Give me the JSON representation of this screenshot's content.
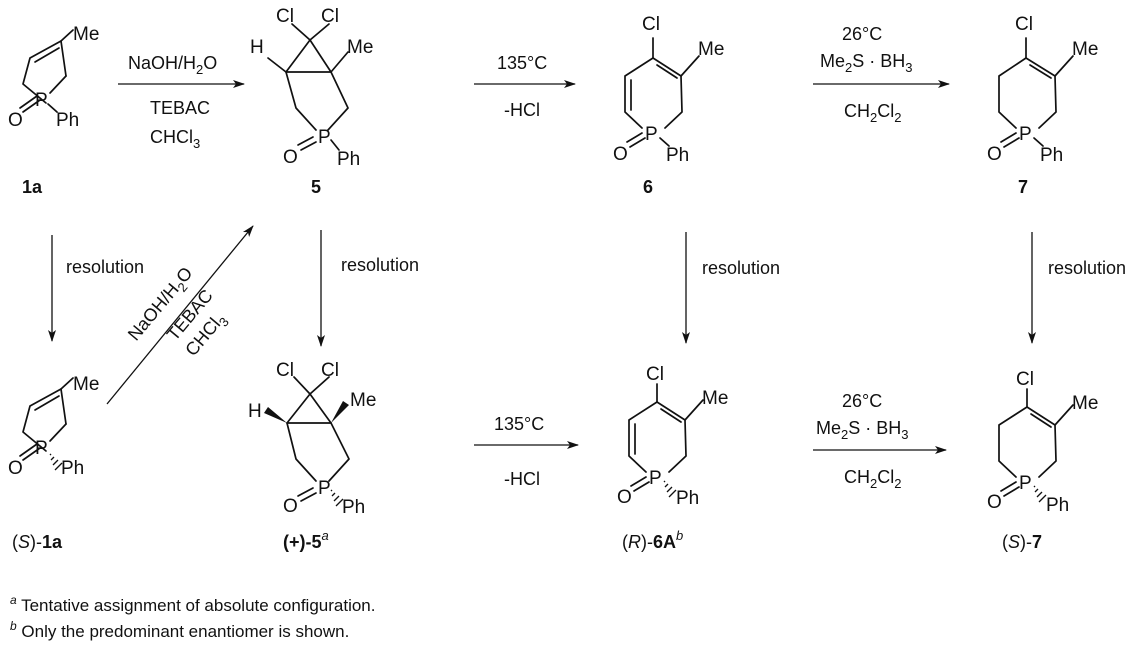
{
  "atoms": {
    "me": "Me",
    "cl": "Cl",
    "p": "P",
    "o": "O",
    "ph": "Ph",
    "h": "H"
  },
  "conditions": {
    "dichlorocarbene": {
      "line1": "NaOH/H",
      "sub1": "2",
      "line1b": "O",
      "line2": "TEBAC",
      "line3": "CHCl",
      "sub3": "3"
    },
    "thermolysis": {
      "top": "135°C",
      "bottom": "-HCl"
    },
    "reduction": {
      "temp": "26°C",
      "reagent_a": "Me",
      "reagent_a_sub": "2",
      "reagent_b": "S · BH",
      "reagent_b_sub": "3",
      "solvent": "CH",
      "solvent_sub1": "2",
      "solvent_mid": "Cl",
      "solvent_sub2": "2"
    },
    "resolution": "resolution"
  },
  "labels": {
    "c1a": "1a",
    "c5": "5",
    "c6": "6",
    "c7": "7",
    "s1a_prefix": "(",
    "s1a_config": "S",
    "s1a_suffix": ")-",
    "s1a_bold": "1a",
    "p5_bold": "(+)-5",
    "p5_sup": "a",
    "r6a_prefix": "(",
    "r6a_config": "R",
    "r6a_suffix": ")-",
    "r6a_bold": "6A",
    "r6a_sup": "b",
    "s7_prefix": "(",
    "s7_config": "S",
    "s7_suffix": ")-",
    "s7_bold": "7"
  },
  "footnotes": {
    "a_mark": "a",
    "a_text": " Tentative assignment of absolute configuration.",
    "b_mark": "b",
    "b_text": " Only the predominant enantiomer is shown."
  }
}
